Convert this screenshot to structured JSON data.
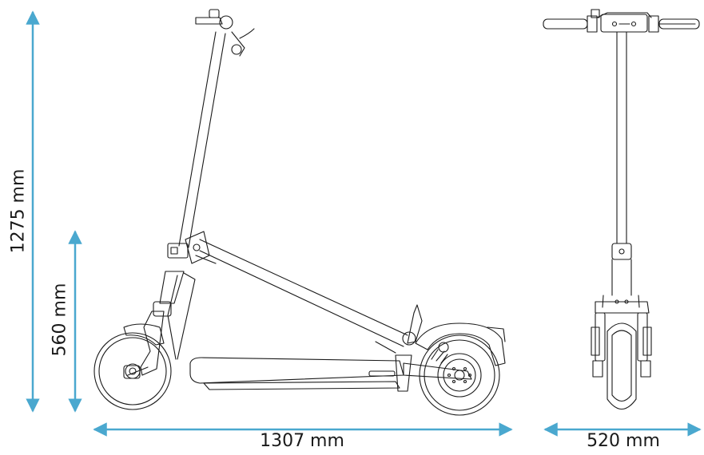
{
  "dimensions": {
    "height_total": "1275 mm",
    "height_deck": "560 mm",
    "length": "1307 mm",
    "width": "520 mm"
  },
  "colors": {
    "arrow": "#4aa8cf",
    "line": "#1a1a1a",
    "background": "#ffffff"
  },
  "views": [
    "side-view",
    "front-view"
  ]
}
